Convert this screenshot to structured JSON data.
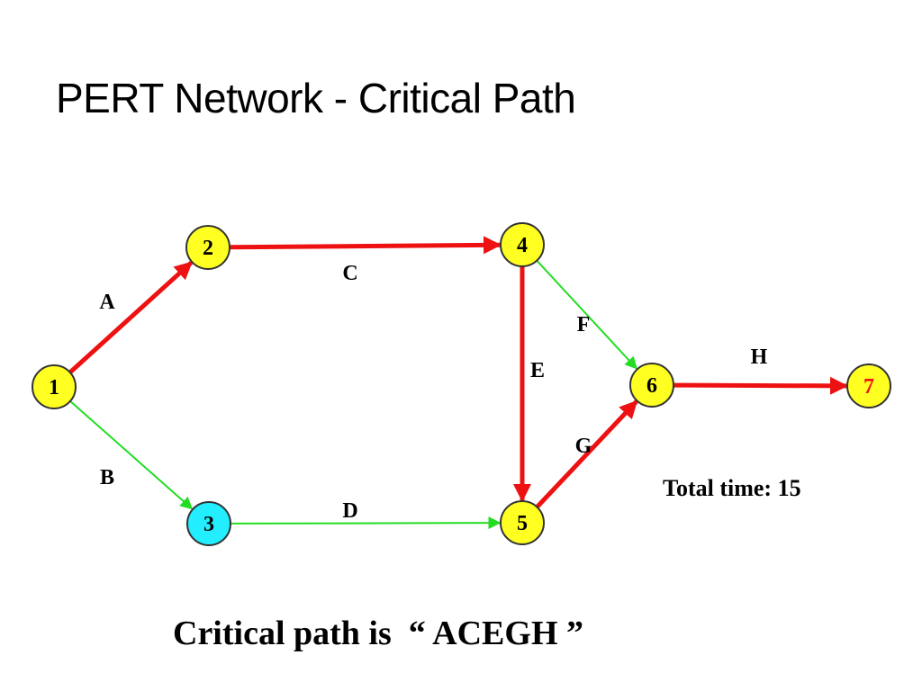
{
  "title": "PERT Network - Critical Path",
  "colors": {
    "critical": "#ee1111",
    "non_critical": "#22dd22",
    "node_default": "#ffff22",
    "node_highlight": "#22eeff",
    "node_border": "#333333",
    "end_node_text": "#ee1111"
  },
  "nodes": [
    {
      "id": "1",
      "label": "1",
      "fill": "#ffff22",
      "text_color": "#000000"
    },
    {
      "id": "2",
      "label": "2",
      "fill": "#ffff22",
      "text_color": "#000000"
    },
    {
      "id": "3",
      "label": "3",
      "fill": "#22eeff",
      "text_color": "#000000"
    },
    {
      "id": "4",
      "label": "4",
      "fill": "#ffff22",
      "text_color": "#000000"
    },
    {
      "id": "5",
      "label": "5",
      "fill": "#ffff22",
      "text_color": "#000000"
    },
    {
      "id": "6",
      "label": "6",
      "fill": "#ffff22",
      "text_color": "#000000"
    },
    {
      "id": "7",
      "label": "7",
      "fill": "#ffff22",
      "text_color": "#ee1111"
    }
  ],
  "activities": [
    {
      "label": "A",
      "from": "1",
      "to": "2",
      "critical": true
    },
    {
      "label": "B",
      "from": "1",
      "to": "3",
      "critical": false
    },
    {
      "label": "C",
      "from": "2",
      "to": "4",
      "critical": true
    },
    {
      "label": "D",
      "from": "3",
      "to": "5",
      "critical": false
    },
    {
      "label": "E",
      "from": "4",
      "to": "5",
      "critical": true
    },
    {
      "label": "F",
      "from": "4",
      "to": "6",
      "critical": false
    },
    {
      "label": "G",
      "from": "5",
      "to": "6",
      "critical": true
    },
    {
      "label": "H",
      "from": "6",
      "to": "7",
      "critical": true
    }
  ],
  "total_time": "Total time: 15",
  "conclusion": "Critical path is  “ ACEGH ”"
}
